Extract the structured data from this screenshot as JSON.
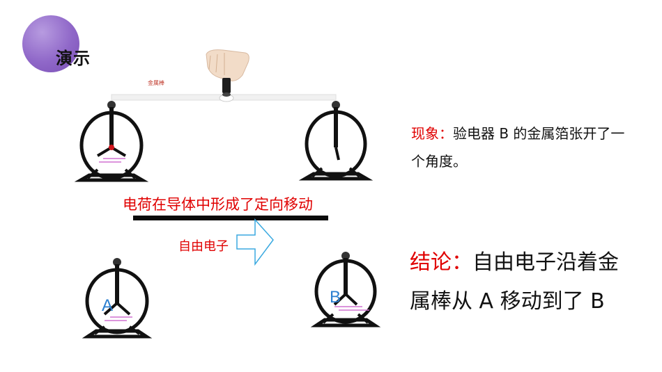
{
  "slide": {
    "title": "演示"
  },
  "demo": {
    "rod_label": "金属棒",
    "caption": "电荷在导体中形成了定向移动",
    "electron_label": "自由电子",
    "electroscope_a": "A",
    "electroscope_b": "B"
  },
  "phenomenon": {
    "label": "现象：",
    "text": "验电器 B 的金属箔张开了一个角度。"
  },
  "conclusion": {
    "label": "结论：",
    "text": "自由电子沿着金属棒从 A 移动到了 B"
  },
  "colors": {
    "accent_purple": "#8f67c8",
    "text_red": "#e00000",
    "electroscope_letter_blue": "#2b7fd0",
    "foil_purple": "#d070d0"
  }
}
